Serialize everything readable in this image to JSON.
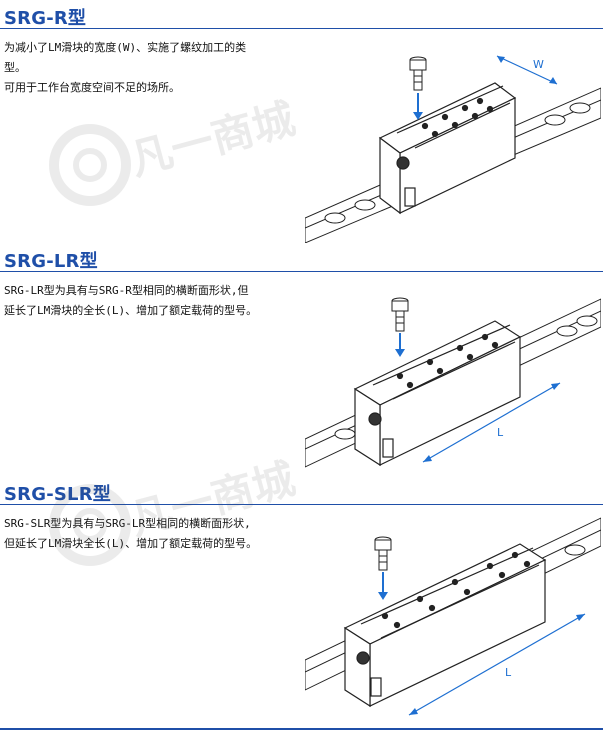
{
  "sections": [
    {
      "title": "SRG-R型",
      "lines": [
        "为减小了LM滑块的宽度(W)、实施了螺纹加工的类",
        "型。",
        "可用于工作台宽度空间不足的场所。"
      ],
      "dimension_label": "W"
    },
    {
      "title": "SRG-LR型",
      "lines": [
        "SRG-LR型为具有与SRG-R型相同的横断面形状,但",
        "延长了LM滑块的全长(L)、增加了额定载荷的型号。"
      ],
      "dimension_label": "L"
    },
    {
      "title": "SRG-SLR型",
      "lines": [
        "SRG-SLR型为具有与SRG-LR型相同的横断面形状,",
        "但延长了LM滑块全长(L)、增加了额定载荷的型号。"
      ],
      "dimension_label": "L"
    }
  ],
  "watermark": {
    "text": "凡一商城"
  },
  "colors": {
    "heading": "#1f4fa8",
    "arrow": "#1e6fd1",
    "line": "#222222"
  }
}
